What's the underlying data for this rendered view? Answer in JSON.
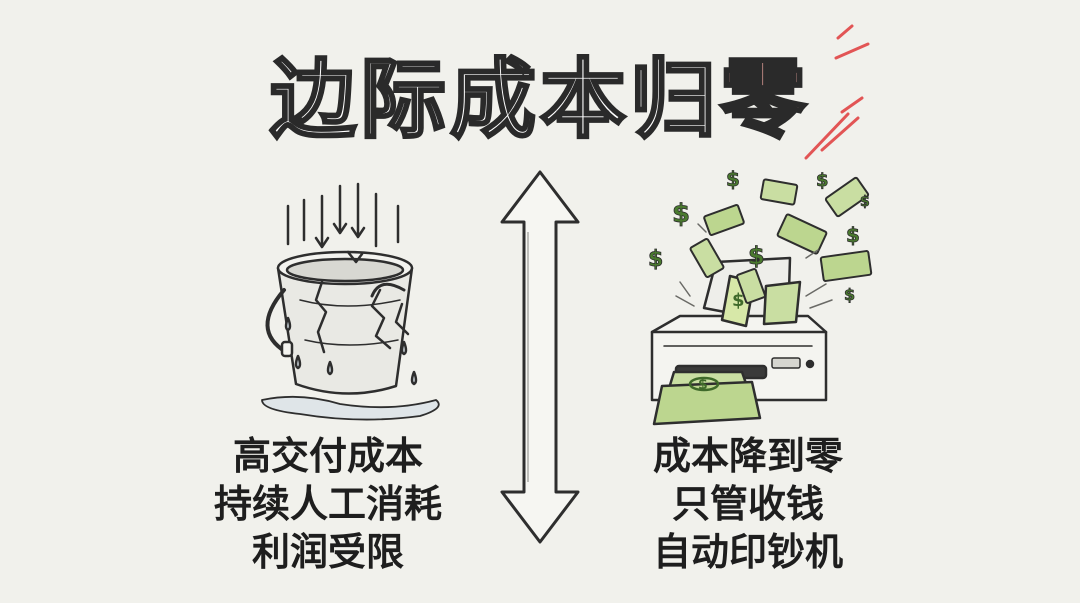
{
  "title": {
    "lead": "边际成本归",
    "highlight": "零"
  },
  "left_panel": {
    "illustration": "leaking-bucket-icon",
    "lines": [
      "高交付成本",
      "持续人工消耗",
      "利润受限"
    ]
  },
  "right_panel": {
    "illustration": "money-printer-icon",
    "lines": [
      "成本降到零",
      "只管收钱",
      "自动印钞机"
    ]
  },
  "center": {
    "icon": "double-arrow-icon"
  },
  "colors": {
    "background": "#f1f1ec",
    "ink": "#2a2a2a",
    "highlight": "#f2a9a2",
    "money_green": "#c9dea2",
    "money_dark": "#3f6a2a"
  }
}
